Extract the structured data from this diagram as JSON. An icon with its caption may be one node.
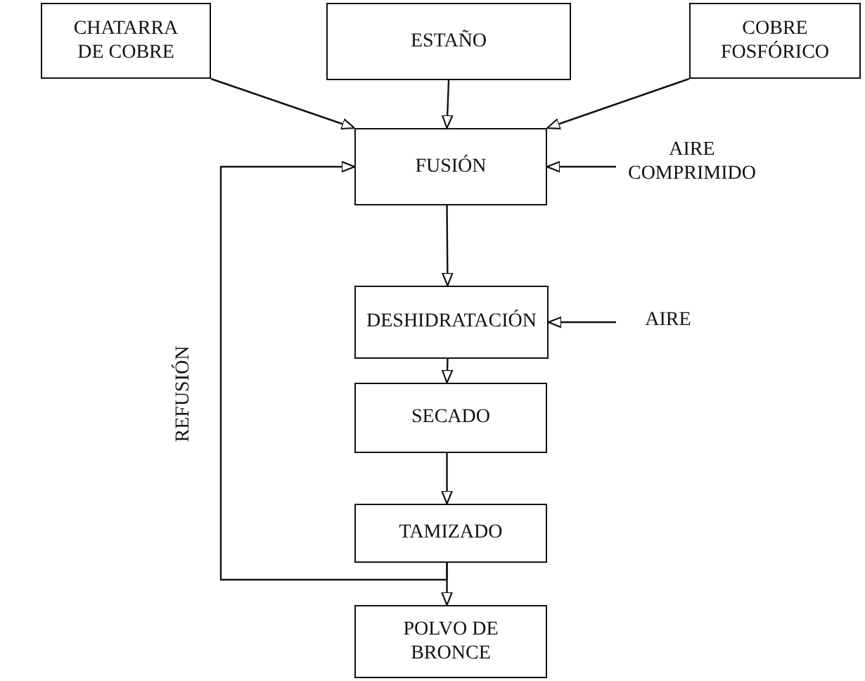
{
  "diagram": {
    "nodes": [
      {
        "text": [
          "CHATARRA DE COBRE"
        ]
      },
      {
        "text": [
          "ESTAÑO"
        ]
      },
      {
        "text": [
          "COBRE FOSFÓRICO"
        ]
      },
      {
        "text": [
          "FUSIÓN"
        ]
      },
      {
        "text": [
          "AIRE COMPRIMIDO"
        ]
      },
      {
        "text": [
          "DESHIDRATACIÓN"
        ]
      },
      {
        "text": [
          "AIRE"
        ]
      },
      {
        "text": [
          "SECADO"
        ]
      },
      {
        "text": [
          "TAMIZADO"
        ]
      },
      {
        "text": [
          "POLVO DE BRONCE"
        ]
      }
    ],
    "edges": [
      {
        "from": 0,
        "to": 3,
        "arrow": "to"
      },
      {
        "from": 1,
        "to": 3,
        "arrow": "to"
      },
      {
        "from": 2,
        "to": 3,
        "arrow": "to"
      },
      {
        "from": 4,
        "to": 3,
        "arrow": "to"
      },
      {
        "from": 3,
        "to": 5,
        "arrow": "to"
      },
      {
        "from": 6,
        "to": 5,
        "arrow": "to"
      },
      {
        "from": 5,
        "to": 7,
        "arrow": "to"
      },
      {
        "from": 7,
        "to": 8,
        "arrow": "to"
      },
      {
        "from": 8,
        "to": 9,
        "arrow": "to"
      },
      {
        "from": 8,
        "to": 3,
        "arrow": "to",
        "label": "REFUSIÓN"
      }
    ]
  }
}
